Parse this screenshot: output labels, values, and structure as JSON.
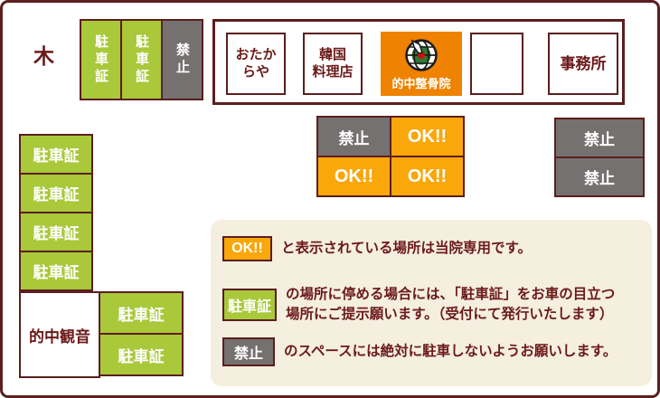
{
  "colors": {
    "frame_maroon": "#5c1e1e",
    "text_maroon": "#6b1a1a",
    "parking_green": "#a9c83a",
    "forbidden_gray": "#767171",
    "ok_orange": "#f9a70a",
    "clinic_orange": "#ef8200",
    "legend_cream": "#f5efe0",
    "logo_center_red": "#cc1111",
    "logo_green": "#2e7a33"
  },
  "map": {
    "tree_label": "木",
    "top_strip": [
      {
        "label": "駐車証",
        "type": "green"
      },
      {
        "label": "駐車証",
        "type": "green"
      },
      {
        "label": "禁止",
        "type": "gray"
      }
    ],
    "buildings": {
      "shop1": "おたか\nらや",
      "shop2": "韓国\n料理店",
      "clinic": "的中整骨院",
      "empty": "",
      "office": "事務所"
    },
    "center_grid": [
      {
        "label": "禁止",
        "type": "gray"
      },
      {
        "label": "OK!!",
        "type": "orange"
      },
      {
        "label": "OK!!",
        "type": "orange"
      },
      {
        "label": "OK!!",
        "type": "orange"
      }
    ],
    "right_column": [
      {
        "label": "禁止"
      },
      {
        "label": "禁止"
      }
    ],
    "left_column": [
      {
        "label": "駐車証"
      },
      {
        "label": "駐車証"
      },
      {
        "label": "駐車証"
      },
      {
        "label": "駐車証"
      }
    ],
    "kannon_label": "的中観音",
    "kannon_spots": [
      {
        "label": "駐車証"
      },
      {
        "label": "駐車証"
      }
    ]
  },
  "legend": {
    "items": [
      {
        "badge": "OK!!",
        "text": "と表示されている場所は当院専用です。"
      },
      {
        "badge": "駐車証",
        "text": "の場所に停める場合には、「駐車証」をお車の目立つ\n場所にご提示願います。（受付にて発行いたします）"
      },
      {
        "badge": "禁止",
        "text": "のスペースには絶対に駐車しないようお願いします。"
      }
    ]
  }
}
